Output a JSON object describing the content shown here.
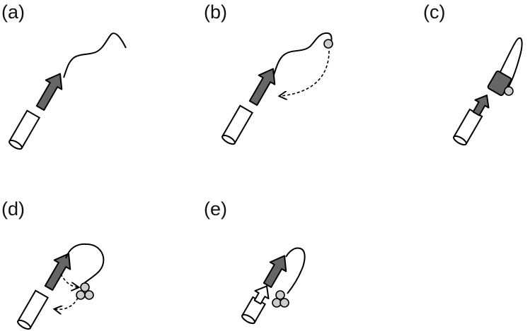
{
  "panels": [
    {
      "label": "(a)"
    },
    {
      "label": "(b)"
    },
    {
      "label": "(c)"
    },
    {
      "label": "(d)"
    },
    {
      "label": "(e)"
    }
  ],
  "colors": {
    "stroke": "#000000",
    "arrow_fill": "#666666",
    "bead_fill": "#cccccc",
    "tube_fill": "#ffffff",
    "block_fill": "#666666"
  }
}
